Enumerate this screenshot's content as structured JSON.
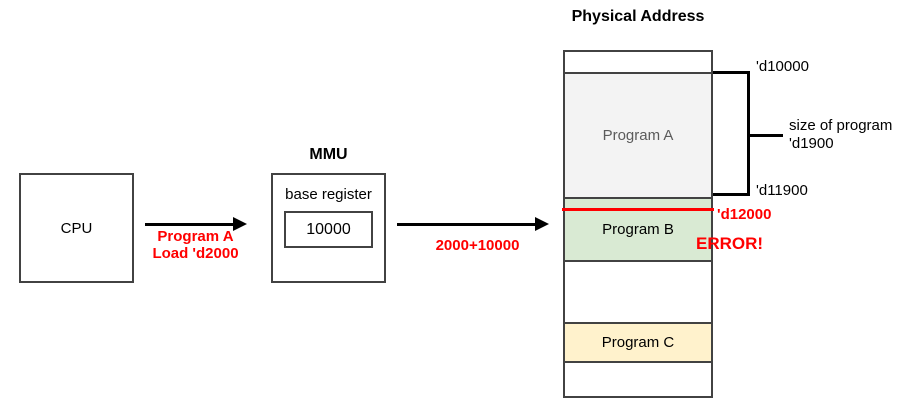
{
  "cpu": {
    "label": "CPU"
  },
  "flow_cpu_to_mmu": {
    "line1": "Program A",
    "line2": "Load 'd2000"
  },
  "mmu": {
    "title": "MMU",
    "register_label": "base register",
    "register_value": "10000"
  },
  "flow_mmu_to_memory": {
    "label": "2000+10000"
  },
  "memory": {
    "title": "Physical Address",
    "segments": [
      {
        "label": "",
        "fill": "#ffffff"
      },
      {
        "label": "Program A",
        "fill": "#f3f3f3"
      },
      {
        "label": "Program B",
        "fill": "#d9ead3"
      },
      {
        "label": "",
        "fill": "#ffffff"
      },
      {
        "label": "Program C",
        "fill": "#fff2cc"
      },
      {
        "label": "",
        "fill": "#ffffff"
      }
    ],
    "annotations": {
      "addr_start": "'d10000",
      "size_line1": "size of program",
      "size_line2": "'d1900",
      "addr_end": "'d11900",
      "addr_overflow": "'d12000",
      "error": "ERROR!"
    }
  },
  "colors": {
    "border_dark": "#424242",
    "arrow_black": "#000000",
    "error_red": "#ff0000",
    "program_a_fill": "#f3f3f3",
    "program_b_fill": "#d9ead3",
    "program_c_fill": "#fff2cc",
    "program_a_text": "#5b5b5b"
  }
}
